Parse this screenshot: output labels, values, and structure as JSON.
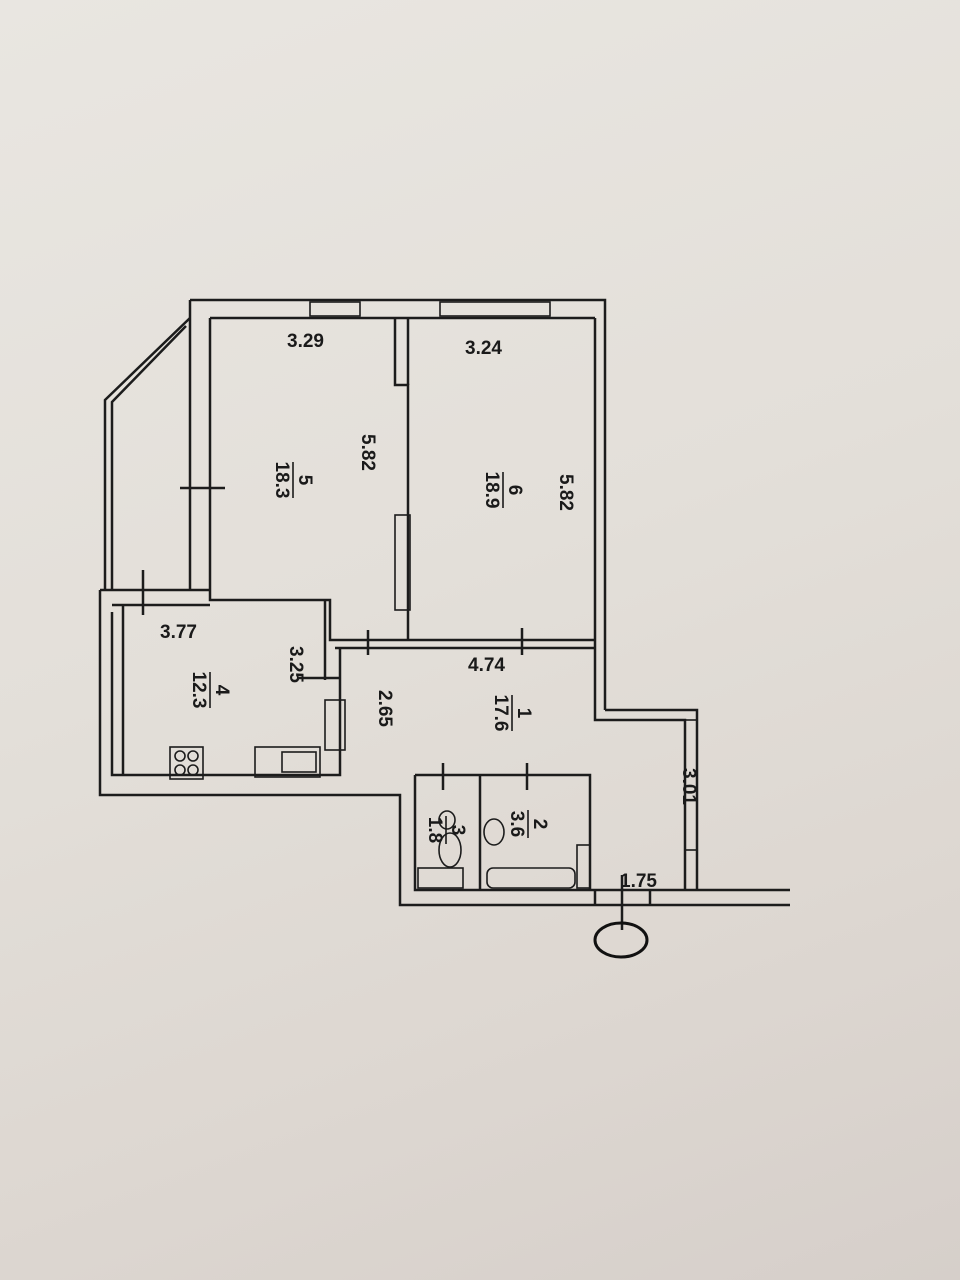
{
  "plan": {
    "rooms": [
      {
        "number": "1",
        "area": "17.6"
      },
      {
        "number": "2",
        "area": "3.6"
      },
      {
        "number": "3",
        "area": "1.8"
      },
      {
        "number": "4",
        "area": "12.3"
      },
      {
        "number": "5",
        "area": "18.3"
      },
      {
        "number": "6",
        "area": "18.9"
      }
    ],
    "dimensions": {
      "room5_width": "3.29",
      "room6_width": "3.24",
      "room5_length": "5.82",
      "room6_length": "5.82",
      "kitchen_width": "3.77",
      "kitchen_length": "3.25",
      "hall_width": "4.74",
      "hall_length": "2.65",
      "entry_length": "3.01",
      "entry_width": "1.75"
    }
  }
}
